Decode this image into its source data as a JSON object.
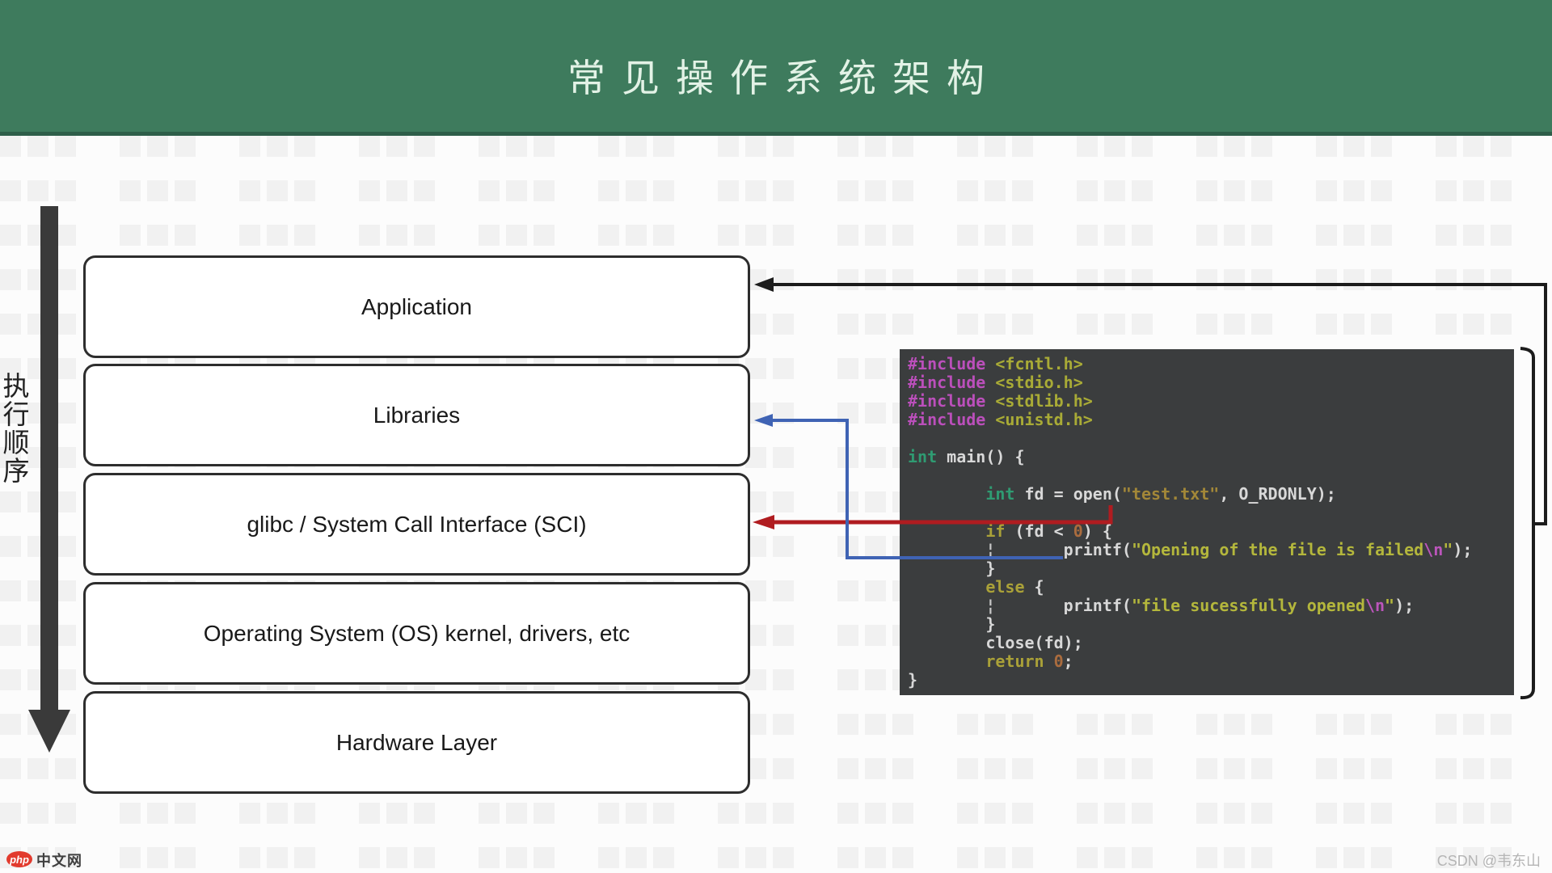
{
  "slide": {
    "title": "常见操作系统架构"
  },
  "flow": {
    "label": "执行顺序"
  },
  "layers": [
    {
      "label": "Application"
    },
    {
      "label": "Libraries"
    },
    {
      "label": "glibc / System Call Interface (SCI)"
    },
    {
      "label": "Operating System (OS) kernel, drivers, etc"
    },
    {
      "label": "Hardware Layer"
    }
  ],
  "code_panel": {
    "lines": [
      [
        {
          "c": "dir",
          "t": "#include"
        },
        {
          "c": "pln",
          "t": " "
        },
        {
          "c": "hdr",
          "t": "<fcntl.h>"
        }
      ],
      [
        {
          "c": "dir",
          "t": "#include"
        },
        {
          "c": "pln",
          "t": " "
        },
        {
          "c": "hdr",
          "t": "<stdio.h>"
        }
      ],
      [
        {
          "c": "dir",
          "t": "#include"
        },
        {
          "c": "pln",
          "t": " "
        },
        {
          "c": "hdr",
          "t": "<stdlib.h>"
        }
      ],
      [
        {
          "c": "dir",
          "t": "#include"
        },
        {
          "c": "pln",
          "t": " "
        },
        {
          "c": "hdr",
          "t": "<unistd.h>"
        }
      ],
      [],
      [
        {
          "c": "tkw",
          "t": "int"
        },
        {
          "c": "pln",
          "t": " main() {"
        }
      ],
      [],
      [
        {
          "c": "pln",
          "t": "        "
        },
        {
          "c": "tkw",
          "t": "int"
        },
        {
          "c": "pln",
          "t": " fd = open("
        },
        {
          "c": "strq",
          "t": "\"test.txt\""
        },
        {
          "c": "pln",
          "t": ", O_RDONLY);"
        }
      ],
      [],
      [
        {
          "c": "pln",
          "t": "        "
        },
        {
          "c": "kw",
          "t": "if"
        },
        {
          "c": "pln",
          "t": " (fd < "
        },
        {
          "c": "num",
          "t": "0"
        },
        {
          "c": "pln",
          "t": ") {"
        }
      ],
      [
        {
          "c": "pln",
          "t": "        "
        },
        {
          "c": "gd",
          "t": "¦"
        },
        {
          "c": "pln",
          "t": "       printf("
        },
        {
          "c": "str",
          "t": "\"Opening of the file is failed"
        },
        {
          "c": "esc",
          "t": "\\n"
        },
        {
          "c": "str",
          "t": "\""
        },
        {
          "c": "pln",
          "t": ");"
        }
      ],
      [
        {
          "c": "pln",
          "t": "        }"
        }
      ],
      [
        {
          "c": "pln",
          "t": "        "
        },
        {
          "c": "kw",
          "t": "else"
        },
        {
          "c": "pln",
          "t": " {"
        }
      ],
      [
        {
          "c": "pln",
          "t": "        "
        },
        {
          "c": "gd",
          "t": "¦"
        },
        {
          "c": "pln",
          "t": "       printf("
        },
        {
          "c": "str",
          "t": "\"file sucessfully opened"
        },
        {
          "c": "esc",
          "t": "\\n"
        },
        {
          "c": "str",
          "t": "\""
        },
        {
          "c": "pln",
          "t": ");"
        }
      ],
      [
        {
          "c": "pln",
          "t": "        }"
        }
      ],
      [
        {
          "c": "pln",
          "t": "        close(fd);"
        }
      ],
      [
        {
          "c": "pln",
          "t": "        "
        },
        {
          "c": "kw",
          "t": "return"
        },
        {
          "c": "pln",
          "t": " "
        },
        {
          "c": "num",
          "t": "0"
        },
        {
          "c": "pln",
          "t": ";"
        }
      ],
      [
        {
          "c": "pln",
          "t": "}"
        }
      ]
    ]
  },
  "colors": {
    "header_bg": "#3e7b5d",
    "title_text": "#e3f2e6",
    "arrow_black": "#1c1c1c",
    "arrow_blue": "#3f63b4",
    "arrow_red": "#b01c20",
    "flow_arrow": "#3a3a3a",
    "code_bg": "#3b3d3e"
  },
  "footer": {
    "badge": "php",
    "site": "中文网",
    "credit": "CSDN @韦东山"
  }
}
